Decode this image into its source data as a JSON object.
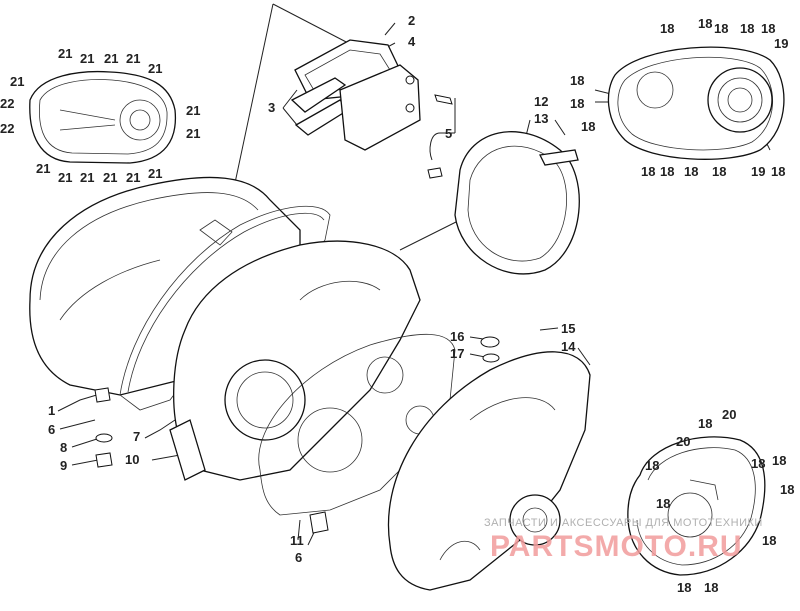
{
  "watermark": {
    "tagline": "ЗАПЧАСТИ И АКСЕССУАРЫ ДЛЯ МОТОТЕХНИКИ",
    "site": "PARTSMOTO.RU"
  },
  "callouts": [
    {
      "id": "c2",
      "text": "2"
    },
    {
      "id": "c4",
      "text": "4"
    },
    {
      "id": "c3",
      "text": "3"
    },
    {
      "id": "c5",
      "text": "5"
    },
    {
      "id": "c12",
      "text": "12"
    },
    {
      "id": "c13",
      "text": "13"
    },
    {
      "id": "c1",
      "text": "1"
    },
    {
      "id": "c6a",
      "text": "6"
    },
    {
      "id": "c7",
      "text": "7"
    },
    {
      "id": "c8",
      "text": "8"
    },
    {
      "id": "c9",
      "text": "9"
    },
    {
      "id": "c10",
      "text": "10"
    },
    {
      "id": "c11",
      "text": "11"
    },
    {
      "id": "c6b",
      "text": "6"
    },
    {
      "id": "c16",
      "text": "16"
    },
    {
      "id": "c17",
      "text": "17"
    },
    {
      "id": "c15",
      "text": "15"
    },
    {
      "id": "c14",
      "text": "14"
    },
    {
      "id": "c21a",
      "text": "21"
    },
    {
      "id": "c21b",
      "text": "21"
    },
    {
      "id": "c21c",
      "text": "21"
    },
    {
      "id": "c21d",
      "text": "21"
    },
    {
      "id": "c21e",
      "text": "21"
    },
    {
      "id": "c21f",
      "text": "21"
    },
    {
      "id": "c22a",
      "text": "22"
    },
    {
      "id": "c22b",
      "text": "22"
    },
    {
      "id": "c21g",
      "text": "21"
    },
    {
      "id": "c21h",
      "text": "21"
    },
    {
      "id": "c21i",
      "text": "21"
    },
    {
      "id": "c21j",
      "text": "21"
    },
    {
      "id": "c21k",
      "text": "21"
    },
    {
      "id": "c21l",
      "text": "21"
    },
    {
      "id": "c21m",
      "text": "21"
    },
    {
      "id": "c21n",
      "text": "21"
    },
    {
      "id": "r18a",
      "text": "18"
    },
    {
      "id": "r18b",
      "text": "18"
    },
    {
      "id": "r18c",
      "text": "18"
    },
    {
      "id": "r18d",
      "text": "18"
    },
    {
      "id": "r19a",
      "text": "19"
    },
    {
      "id": "r18e",
      "text": "18"
    },
    {
      "id": "r18f",
      "text": "18"
    },
    {
      "id": "r18g",
      "text": "18"
    },
    {
      "id": "r18h",
      "text": "18"
    },
    {
      "id": "r18i",
      "text": "18"
    },
    {
      "id": "r18j",
      "text": "18"
    },
    {
      "id": "r18k",
      "text": "18"
    },
    {
      "id": "r18l",
      "text": "18"
    },
    {
      "id": "r19b",
      "text": "19"
    },
    {
      "id": "b18a",
      "text": "18"
    },
    {
      "id": "b18b",
      "text": "18"
    },
    {
      "id": "b20a",
      "text": "20"
    },
    {
      "id": "b20b",
      "text": "20"
    },
    {
      "id": "b18c",
      "text": "18"
    },
    {
      "id": "b18d",
      "text": "18"
    },
    {
      "id": "b18e",
      "text": "18"
    },
    {
      "id": "b18f",
      "text": "18"
    },
    {
      "id": "b18g",
      "text": "18"
    },
    {
      "id": "b18h",
      "text": "18"
    },
    {
      "id": "b18i",
      "text": "18"
    },
    {
      "id": "b18j",
      "text": "18"
    }
  ]
}
